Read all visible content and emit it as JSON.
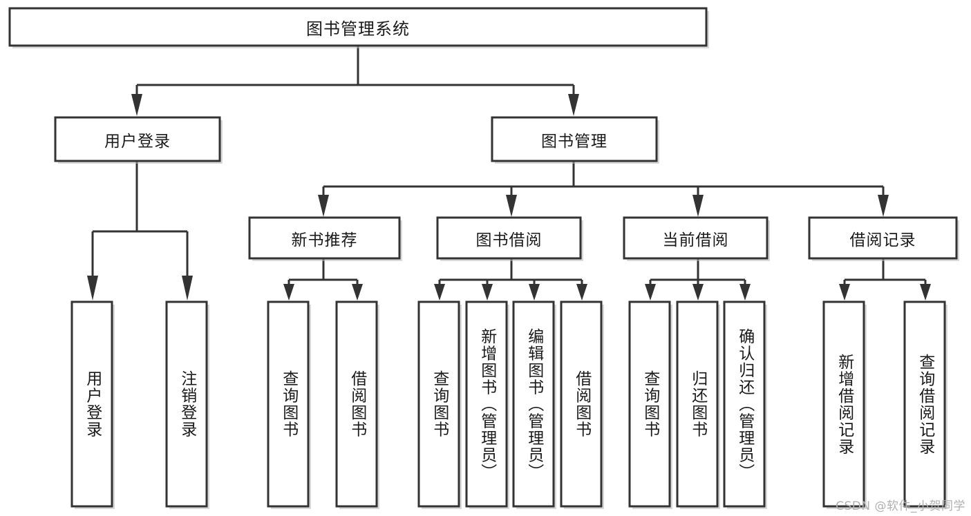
{
  "diagram": {
    "type": "tree-hierarchy",
    "title": "图书管理系统",
    "orientation": "top-down",
    "levels": 4,
    "root": {
      "id": "root",
      "label": "图书管理系统",
      "text_orientation": "horizontal"
    },
    "level2": [
      {
        "id": "user-login",
        "label": "用户登录",
        "text_orientation": "horizontal"
      },
      {
        "id": "book-management",
        "label": "图书管理",
        "text_orientation": "horizontal"
      }
    ],
    "level3": [
      {
        "id": "new-book-recommend",
        "label": "新书推荐",
        "text_orientation": "horizontal",
        "parent": "book-management"
      },
      {
        "id": "book-borrow",
        "label": "图书借阅",
        "text_orientation": "horizontal",
        "parent": "book-management"
      },
      {
        "id": "current-borrow",
        "label": "当前借阅",
        "text_orientation": "horizontal",
        "parent": "book-management"
      },
      {
        "id": "borrow-record",
        "label": "借阅记录",
        "text_orientation": "horizontal",
        "parent": "book-management"
      }
    ],
    "leaves": [
      {
        "id": "leaf-user-login",
        "label": "用户登录",
        "parent": "user-login",
        "text_orientation": "vertical"
      },
      {
        "id": "leaf-user-logout",
        "label": "注销登录",
        "parent": "user-login",
        "text_orientation": "vertical"
      },
      {
        "id": "leaf-query-book-1",
        "label": "查询图书",
        "parent": "new-book-recommend",
        "text_orientation": "vertical"
      },
      {
        "id": "leaf-borrow-book-1",
        "label": "借阅图书",
        "parent": "new-book-recommend",
        "text_orientation": "vertical"
      },
      {
        "id": "leaf-query-book-2",
        "label": "查询图书",
        "parent": "book-borrow",
        "text_orientation": "vertical"
      },
      {
        "id": "leaf-add-book",
        "label": "新增图书（管理员）",
        "parent": "book-borrow",
        "text_orientation": "vertical"
      },
      {
        "id": "leaf-edit-book",
        "label": "编辑图书（管理员）",
        "parent": "book-borrow",
        "text_orientation": "vertical"
      },
      {
        "id": "leaf-borrow-book-2",
        "label": "借阅图书",
        "parent": "book-borrow",
        "text_orientation": "vertical"
      },
      {
        "id": "leaf-query-book-3",
        "label": "查询图书",
        "parent": "current-borrow",
        "text_orientation": "vertical"
      },
      {
        "id": "leaf-return-book",
        "label": "归还图书",
        "parent": "current-borrow",
        "text_orientation": "vertical"
      },
      {
        "id": "leaf-confirm-return",
        "label": "确认归还（管理员）",
        "parent": "current-borrow",
        "text_orientation": "vertical"
      },
      {
        "id": "leaf-add-record",
        "label": "新增借阅记录",
        "parent": "borrow-record",
        "text_orientation": "vertical"
      },
      {
        "id": "leaf-query-record",
        "label": "查询借阅记录",
        "parent": "borrow-record",
        "text_orientation": "vertical"
      }
    ]
  },
  "watermark": {
    "text": "CSDN @软件_小贺同学"
  },
  "colors": {
    "background": "#ffffff",
    "box_fill": "#ffffff",
    "box_stroke": "#333333",
    "text": "#1a1a1a",
    "shadow": "#b9b9b9",
    "watermark": "#b0b0b0"
  }
}
